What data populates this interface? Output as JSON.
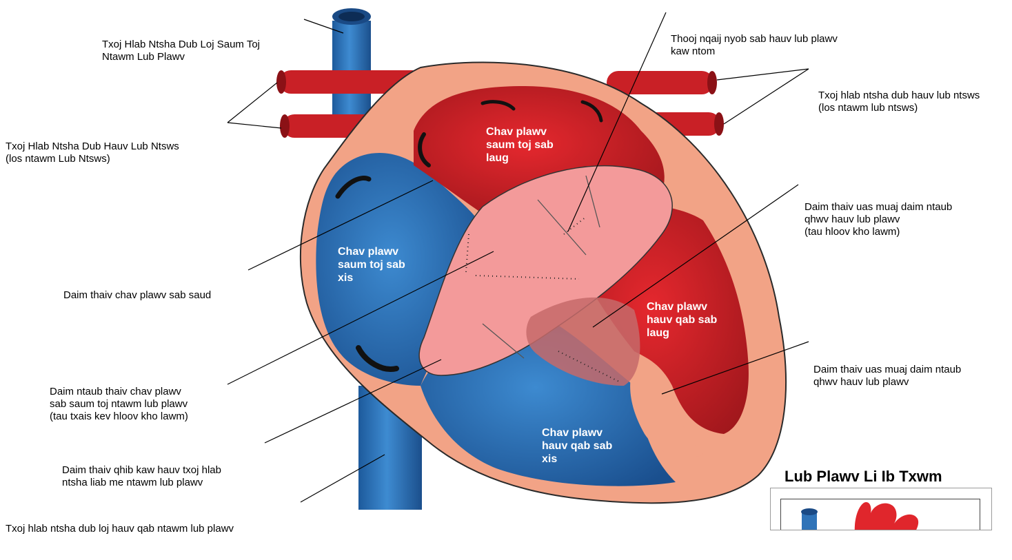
{
  "labels": {
    "svc": [
      "Txoj Hlab Ntsha Dub Loj Saum Toj",
      "Ntawm Lub Plawv"
    ],
    "pulmonary_veins_left": [
      "Txoj Hlab Ntsha Dub Hauv Lub Ntsws",
      "(los ntawm Lub Ntsws)"
    ],
    "atrial_septum": [
      "Daim thaiv chav plawv sab saud"
    ],
    "tricuspid": [
      "Daim ntaub thaiv chav plawv",
      "sab saum toj ntawm lub plawv",
      "(tau txais kev hloov kho lawm)"
    ],
    "ivc_valve": [
      "Daim thaiv qhib kaw hauv txoj hlab",
      "ntsha liab me ntawm lub plawv"
    ],
    "ivc": [
      "Txoj hlab ntsha dub loj hauv qab ntawm lub plawv"
    ],
    "suture": [
      "Thooj nqaij nyob sab hauv lub plawv",
      "kaw ntom"
    ],
    "pulmonary_veins_right": [
      "Txoj hlab ntsha dub hauv lub ntsws",
      "(los ntawm lub ntsws)"
    ],
    "mitral": [
      "Daim thaiv uas muaj daim ntaub",
      "qhwv hauv lub plawv",
      "(tau hloov kho lawm)"
    ],
    "ventricular_septum": [
      "Daim thaiv uas muaj daim ntaub",
      "qhwv hauv lub plawv"
    ]
  },
  "chambers": {
    "left_atrium": [
      "Chav plawv",
      "saum toj sab",
      "laug"
    ],
    "right_atrium": [
      "Chav plawv",
      "saum toj sab",
      "xis"
    ],
    "left_ventricle": [
      "Chav plawv",
      "hauv qab sab",
      "laug"
    ],
    "right_ventricle": [
      "Chav plawv",
      "hauv qab sab",
      "xis"
    ]
  },
  "inset": {
    "title": "Lub Plawv Li Ib Txwm"
  },
  "colors": {
    "blue": "#2f73b8",
    "blue_dark": "#17457d",
    "red": "#d9232a",
    "red_dark": "#8e1318",
    "wall": "#f0a282",
    "valve": "#f29a9a",
    "line": "#000000"
  }
}
